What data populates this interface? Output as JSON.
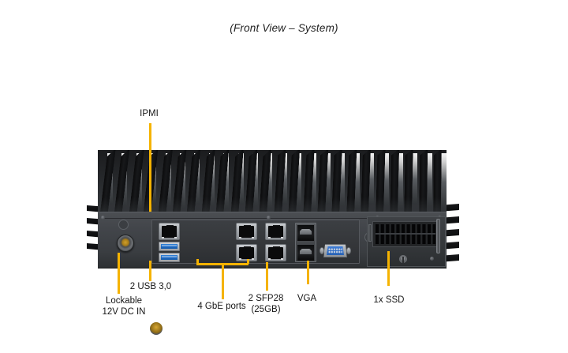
{
  "figure": {
    "title": "(Front View – System)",
    "accent_color": "#f5b301",
    "background_color": "#ffffff",
    "chassis_color": "#3a3d41"
  },
  "callouts": {
    "ipmi": {
      "label": "IPMI"
    },
    "usb": {
      "label": "2 USB 3,0"
    },
    "dc_in": {
      "label_line1": "Lockable",
      "label_line2": "12V DC IN"
    },
    "gbe": {
      "label": "4 GbE ports"
    },
    "sfp": {
      "label_line1": "2 SFP28",
      "label_line2": "(25GB)"
    },
    "vga": {
      "label": "VGA"
    },
    "ssd": {
      "label": "1x SSD"
    }
  },
  "ports": {
    "ipmi_lan": {
      "name": "IPMI dedicated LAN port",
      "count": 1,
      "type": "RJ45"
    },
    "usb": {
      "name": "USB 3.0 ports",
      "count": 2,
      "type": "USB Type-A",
      "color": "#1f6ec9"
    },
    "gbe": {
      "name": "GbE LAN ports",
      "count": 4,
      "type": "RJ45",
      "arrangement": "2x2"
    },
    "sfp28": {
      "name": "SFP28 cages",
      "count": 2,
      "speed": "25GB",
      "arrangement": "stacked"
    },
    "vga": {
      "name": "VGA port",
      "count": 1,
      "type": "DE-15",
      "color": "#2761b4"
    },
    "dc_in": {
      "name": "Lockable 12V DC input jack",
      "count": 1
    },
    "ssd_bay": {
      "name": "SSD drive bay",
      "count": 1
    }
  }
}
